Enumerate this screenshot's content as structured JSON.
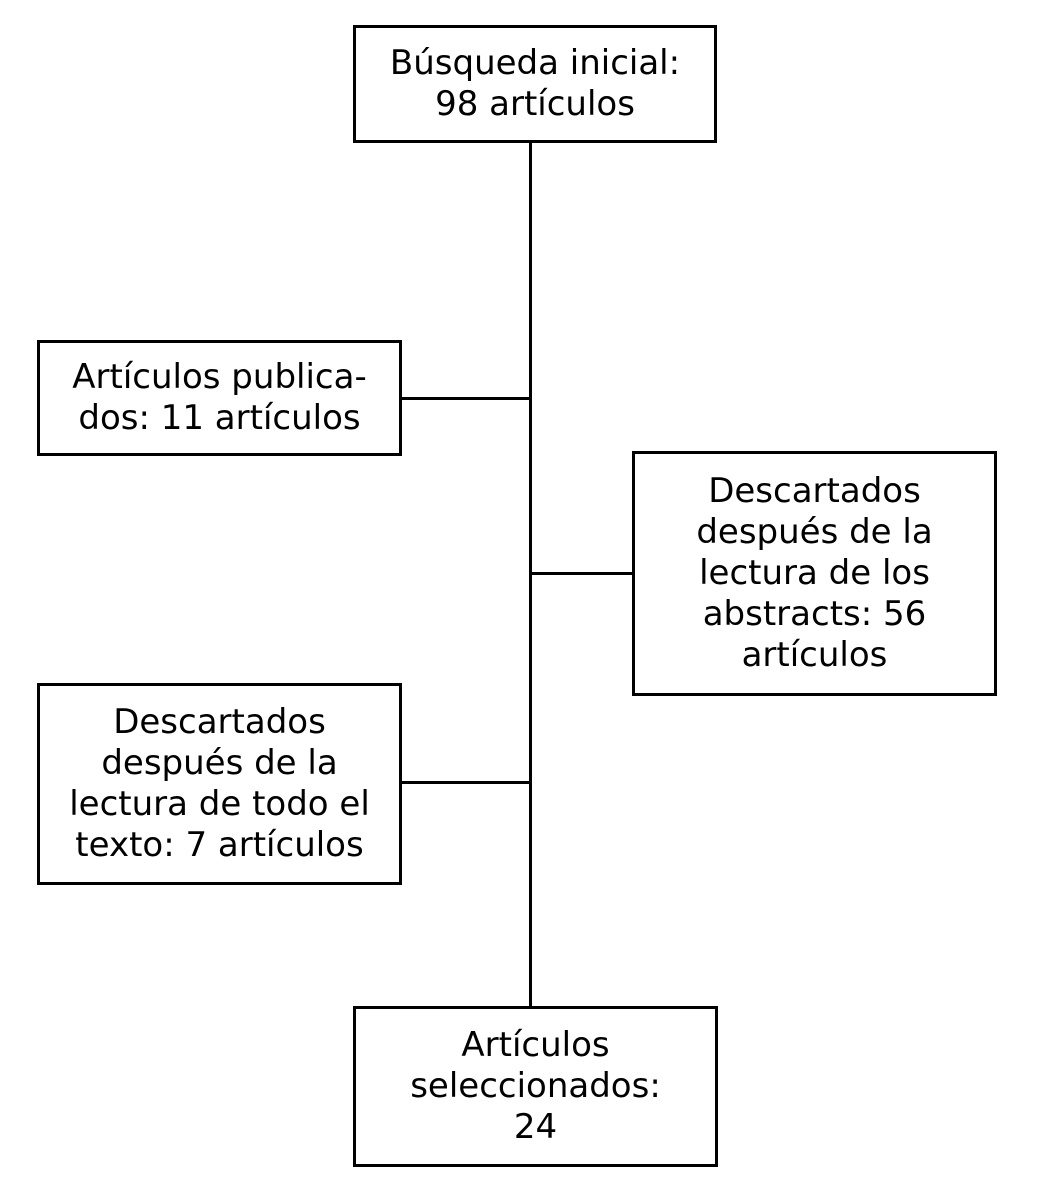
{
  "colors": {
    "background": "#ffffff",
    "line": "#000000",
    "text": "#000000"
  },
  "flowchart": {
    "nodes": {
      "initial_search": {
        "lines": [
          "Búsqueda inicial:",
          "98 artículos"
        ],
        "count": 98
      },
      "published": {
        "lines": [
          "Artículos publica-",
          "dos: 11 artículos"
        ],
        "count": 11
      },
      "discarded_abstracts": {
        "lines": [
          "Descartados",
          "después de la",
          "lectura de los",
          "abstracts: 56",
          "artículos"
        ],
        "count": 56
      },
      "discarded_fulltext": {
        "lines": [
          "Descartados",
          "después de la",
          "lectura de todo el",
          "texto: 7 artículos"
        ],
        "count": 7
      },
      "selected": {
        "lines": [
          "Artículos",
          "seleccionados:",
          "24"
        ],
        "count": 24
      }
    }
  }
}
